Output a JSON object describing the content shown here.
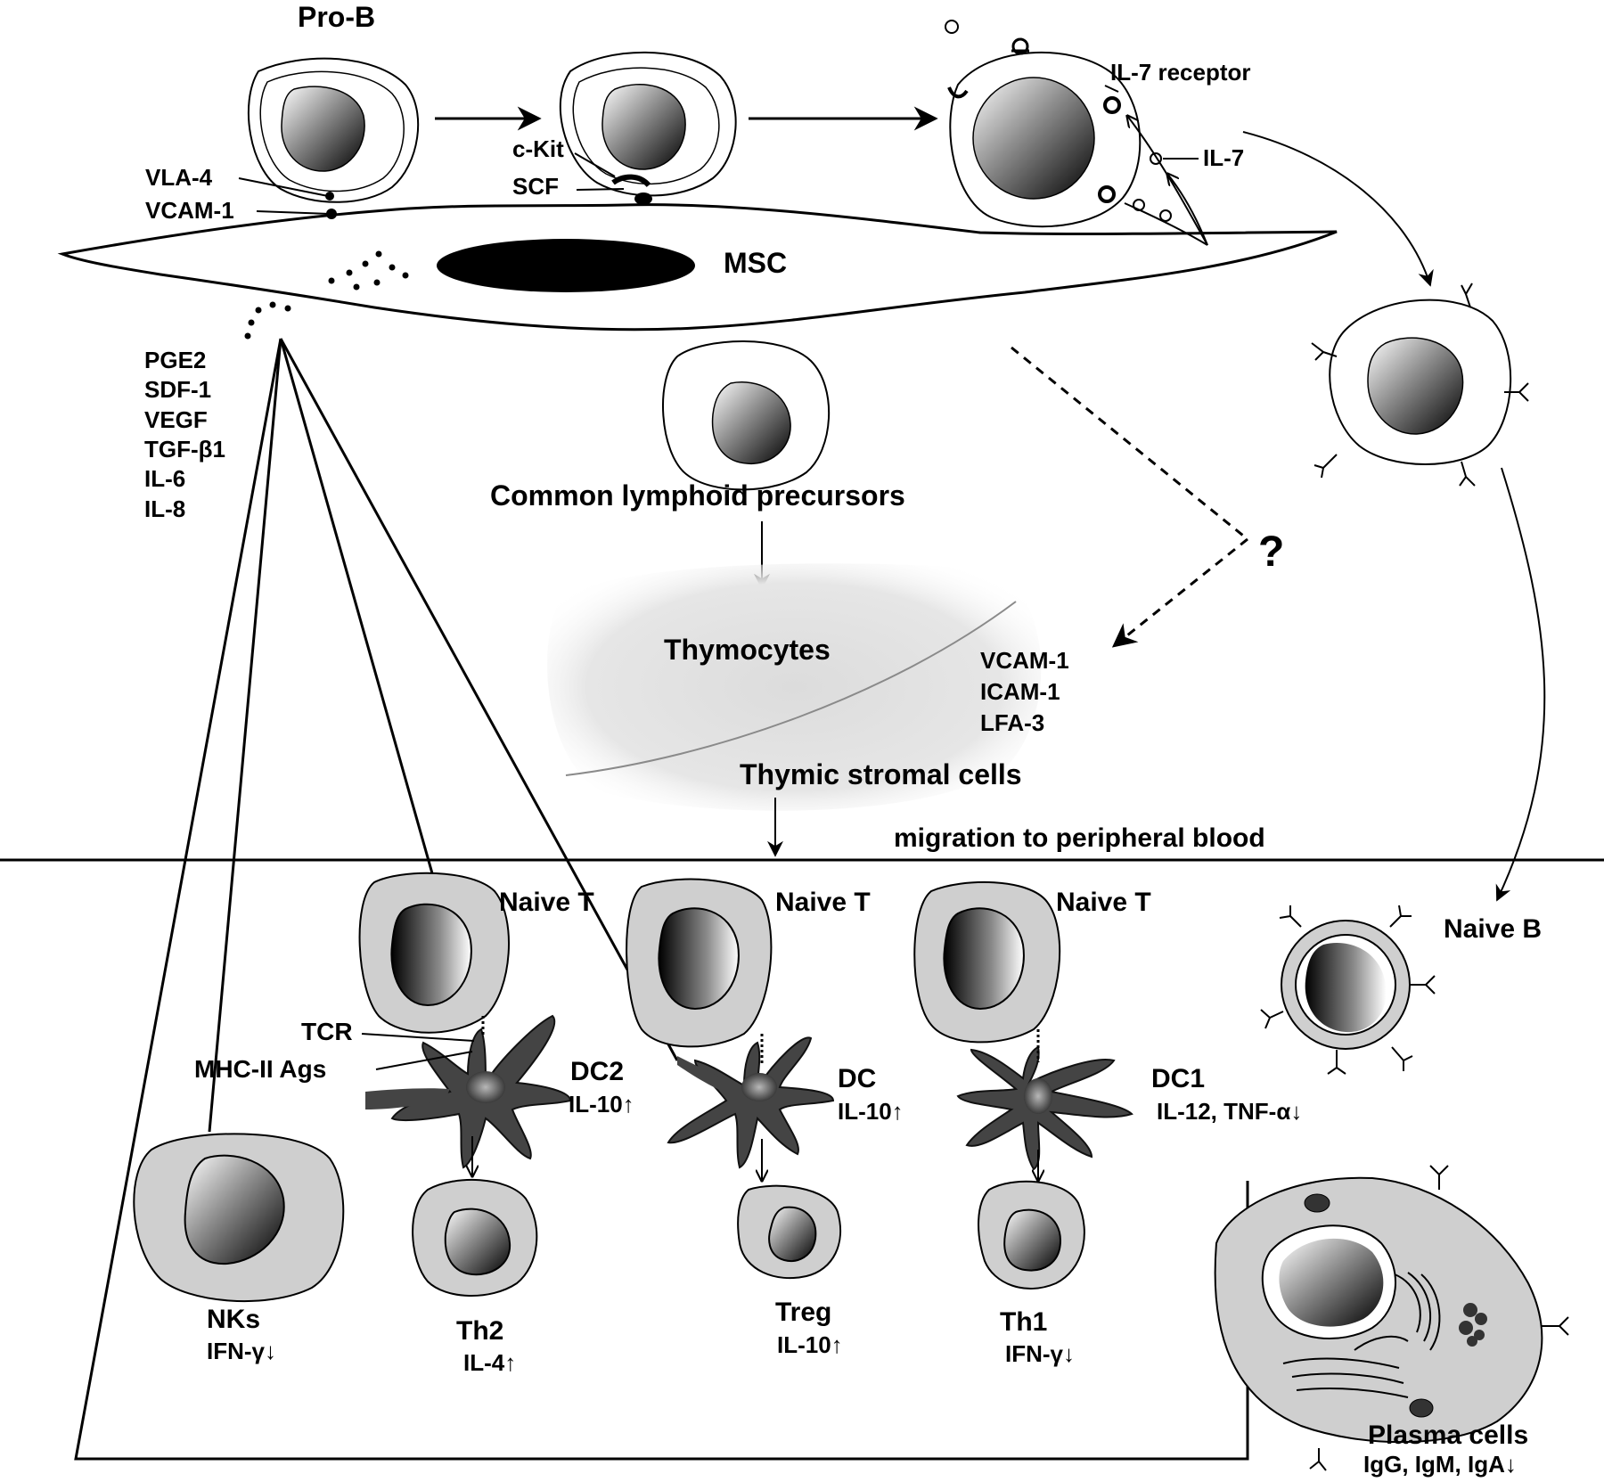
{
  "msc": {
    "cell_label": "MSC",
    "adhesion": {
      "vla4": "VLA-4",
      "vcam1": "VCAM-1",
      "ckit": "c-Kit",
      "scf": "SCF"
    },
    "il7_receptor": "IL-7 receptor",
    "il7": "IL-7",
    "factors": [
      "PGE2",
      "SDF-1",
      "VEGF",
      "TGF-β1",
      "IL-6",
      "IL-8"
    ]
  },
  "b_lineage": {
    "pro_b": "Pro-B",
    "naive_b": "Naive B"
  },
  "thymus": {
    "clp": "Common lymphoid precursors",
    "thymocytes": "Thymocytes",
    "stromal": "Thymic stromal cells",
    "question": "?",
    "molecules": [
      "VCAM-1",
      "ICAM-1",
      "LFA-3"
    ]
  },
  "migration": "migration to peripheral blood",
  "naive_t": [
    "Naive T",
    "Naive T",
    "Naive T"
  ],
  "tcr": "TCR",
  "mhc": "MHC-II Ags",
  "dcs": {
    "dc2": {
      "name": "DC2",
      "cytokine": "IL-10↑"
    },
    "dc": {
      "name": "DC",
      "cytokine": "IL-10↑"
    },
    "dc1": {
      "name": "DC1",
      "cytokine": "IL-12, TNF-α↓"
    }
  },
  "effectors": {
    "nk": {
      "name": "NKs",
      "cytokine": "IFN-γ↓"
    },
    "th2": {
      "name": "Th2",
      "cytokine": "IL-4↑"
    },
    "treg": {
      "name": "Treg",
      "cytokine": "IL-10↑"
    },
    "th1": {
      "name": "Th1",
      "cytokine": "IFN-γ↓"
    },
    "plasma": {
      "name": "Plasma cells",
      "cytokine": "IgG, IgM, IgA↓"
    }
  }
}
